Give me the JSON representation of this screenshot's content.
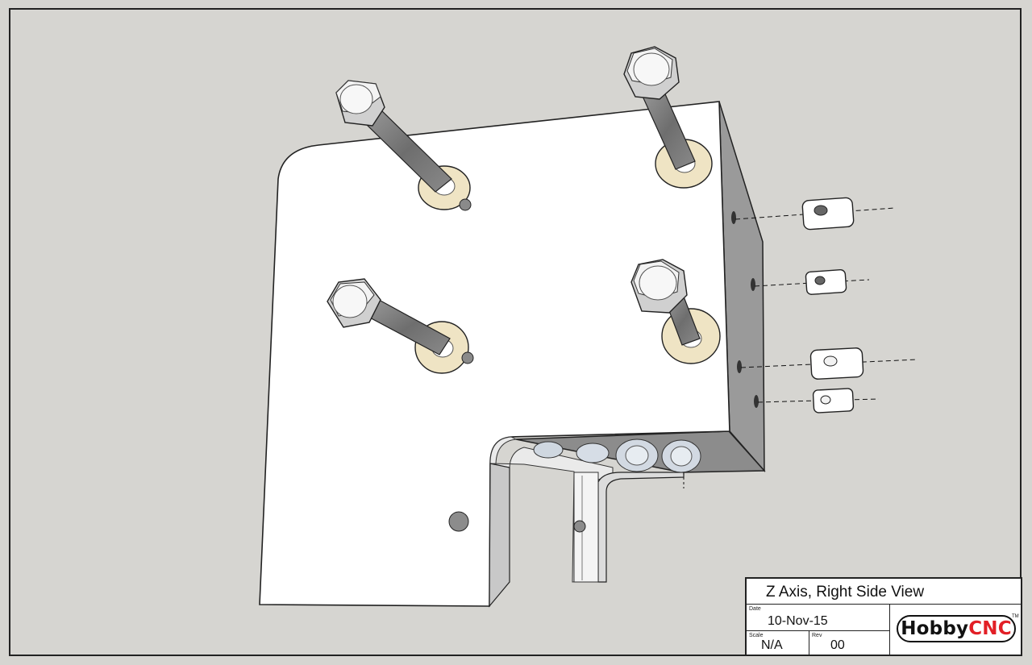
{
  "title_block": {
    "title": "Z Axis, Right Side View",
    "date_label": "Date",
    "date_value": "10-Nov-15",
    "scale_label": "Scale",
    "scale_value": "N/A",
    "rev_label": "Rev",
    "rev_value": "00",
    "logo_part1": "Hobby",
    "logo_part2": "CNC",
    "trademark": "TM"
  },
  "colors": {
    "background": "#d6d5d1",
    "plate": "#ffffff",
    "plate_edge": "#8f8f8f",
    "bolt": "#7d7d7d",
    "washer": "#efe4c4",
    "logo_accent": "#e21f26"
  }
}
